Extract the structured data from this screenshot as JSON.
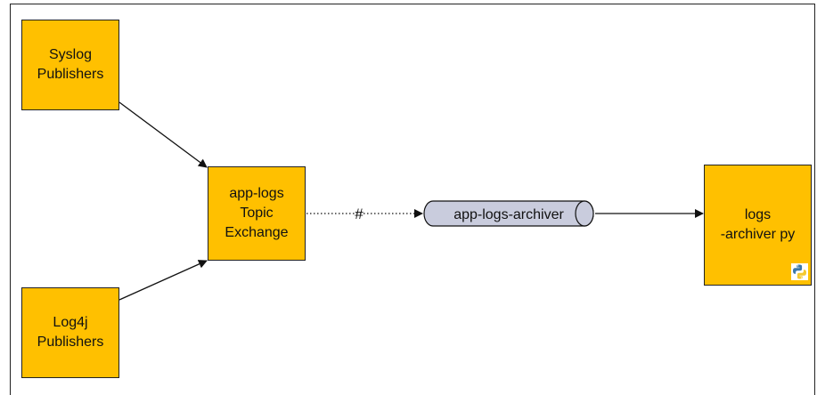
{
  "diagram": {
    "nodes": {
      "syslog": {
        "lines": [
          "Syslog",
          "Publishers"
        ]
      },
      "log4j": {
        "lines": [
          "Log4j",
          "Publishers"
        ]
      },
      "exchange": {
        "lines": [
          "app-logs",
          "Topic",
          "Exchange"
        ]
      },
      "queue": {
        "label": "app-logs-archiver"
      },
      "consumer": {
        "lines": [
          "logs",
          "-archiver py"
        ],
        "icon": "python-icon"
      }
    },
    "binding": {
      "routing_key": "#"
    }
  },
  "colors": {
    "node_fill": "#FFC000",
    "queue_fill": "#C9CCDD",
    "line": "#111111"
  }
}
